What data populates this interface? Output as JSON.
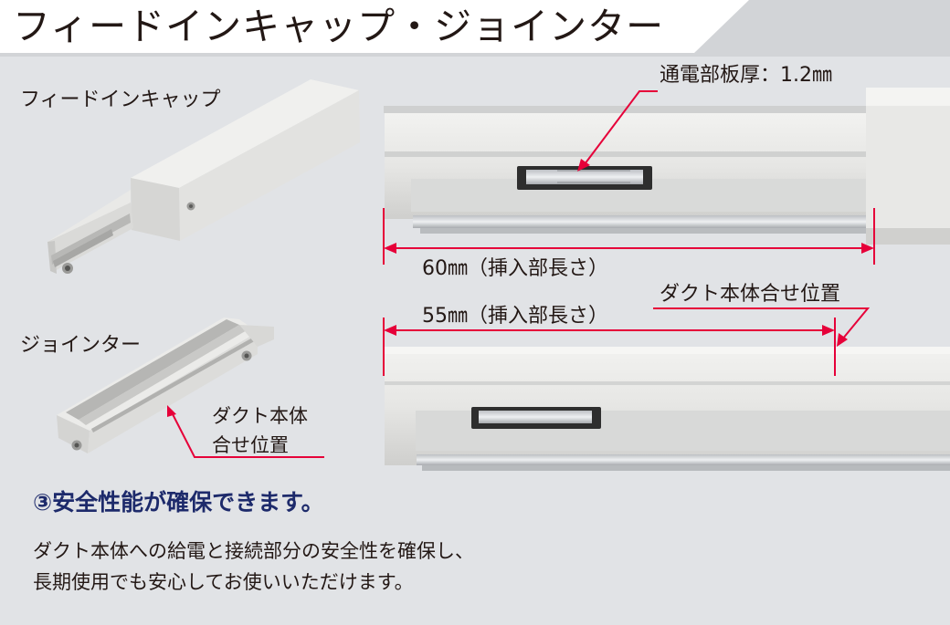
{
  "page": {
    "title": "フィードインキャップ・ジョインター"
  },
  "products": {
    "feed_in_cap_label": "フィードインキャップ",
    "jointer_label": "ジョインター",
    "duct_align_left_line1": "ダクト本体",
    "duct_align_left_line2": "合せ位置"
  },
  "annotations": {
    "plate_thickness": "通電部板厚：1.2㎜",
    "insert_60": "60㎜（挿入部長さ）",
    "insert_55": "55㎜（挿入部長さ）",
    "duct_align_right": "ダクト本体合せ位置"
  },
  "feature": {
    "heading": "③安全性能が確保できます。",
    "line1": "ダクト本体への給電と接続部分の安全性を確保し、",
    "line2": "長期使用でも安心してお使いいただけます。"
  },
  "colors": {
    "accent_red": "#e60039",
    "heading_navy": "#1d2a6b",
    "background_gray": "#e1e3e6"
  }
}
